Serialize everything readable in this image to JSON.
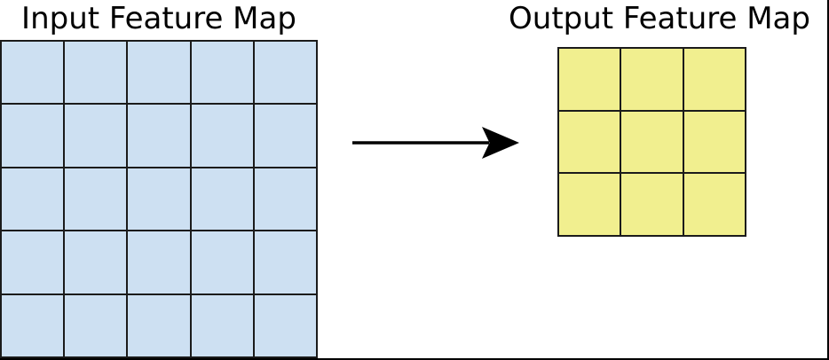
{
  "figure": {
    "background": "#ffffff",
    "border_color": "#000000"
  },
  "input_map": {
    "title": "Input Feature Map",
    "rows": 5,
    "cols": 5,
    "cell_color": "#cde0f2",
    "line_color": "#1b1b1b"
  },
  "output_map": {
    "title": "Output Feature Map",
    "rows": 3,
    "cols": 3,
    "cell_color": "#f1ef8f",
    "line_color": "#1b1b1b"
  },
  "arrow": {
    "color": "#000000",
    "direction": "right"
  }
}
